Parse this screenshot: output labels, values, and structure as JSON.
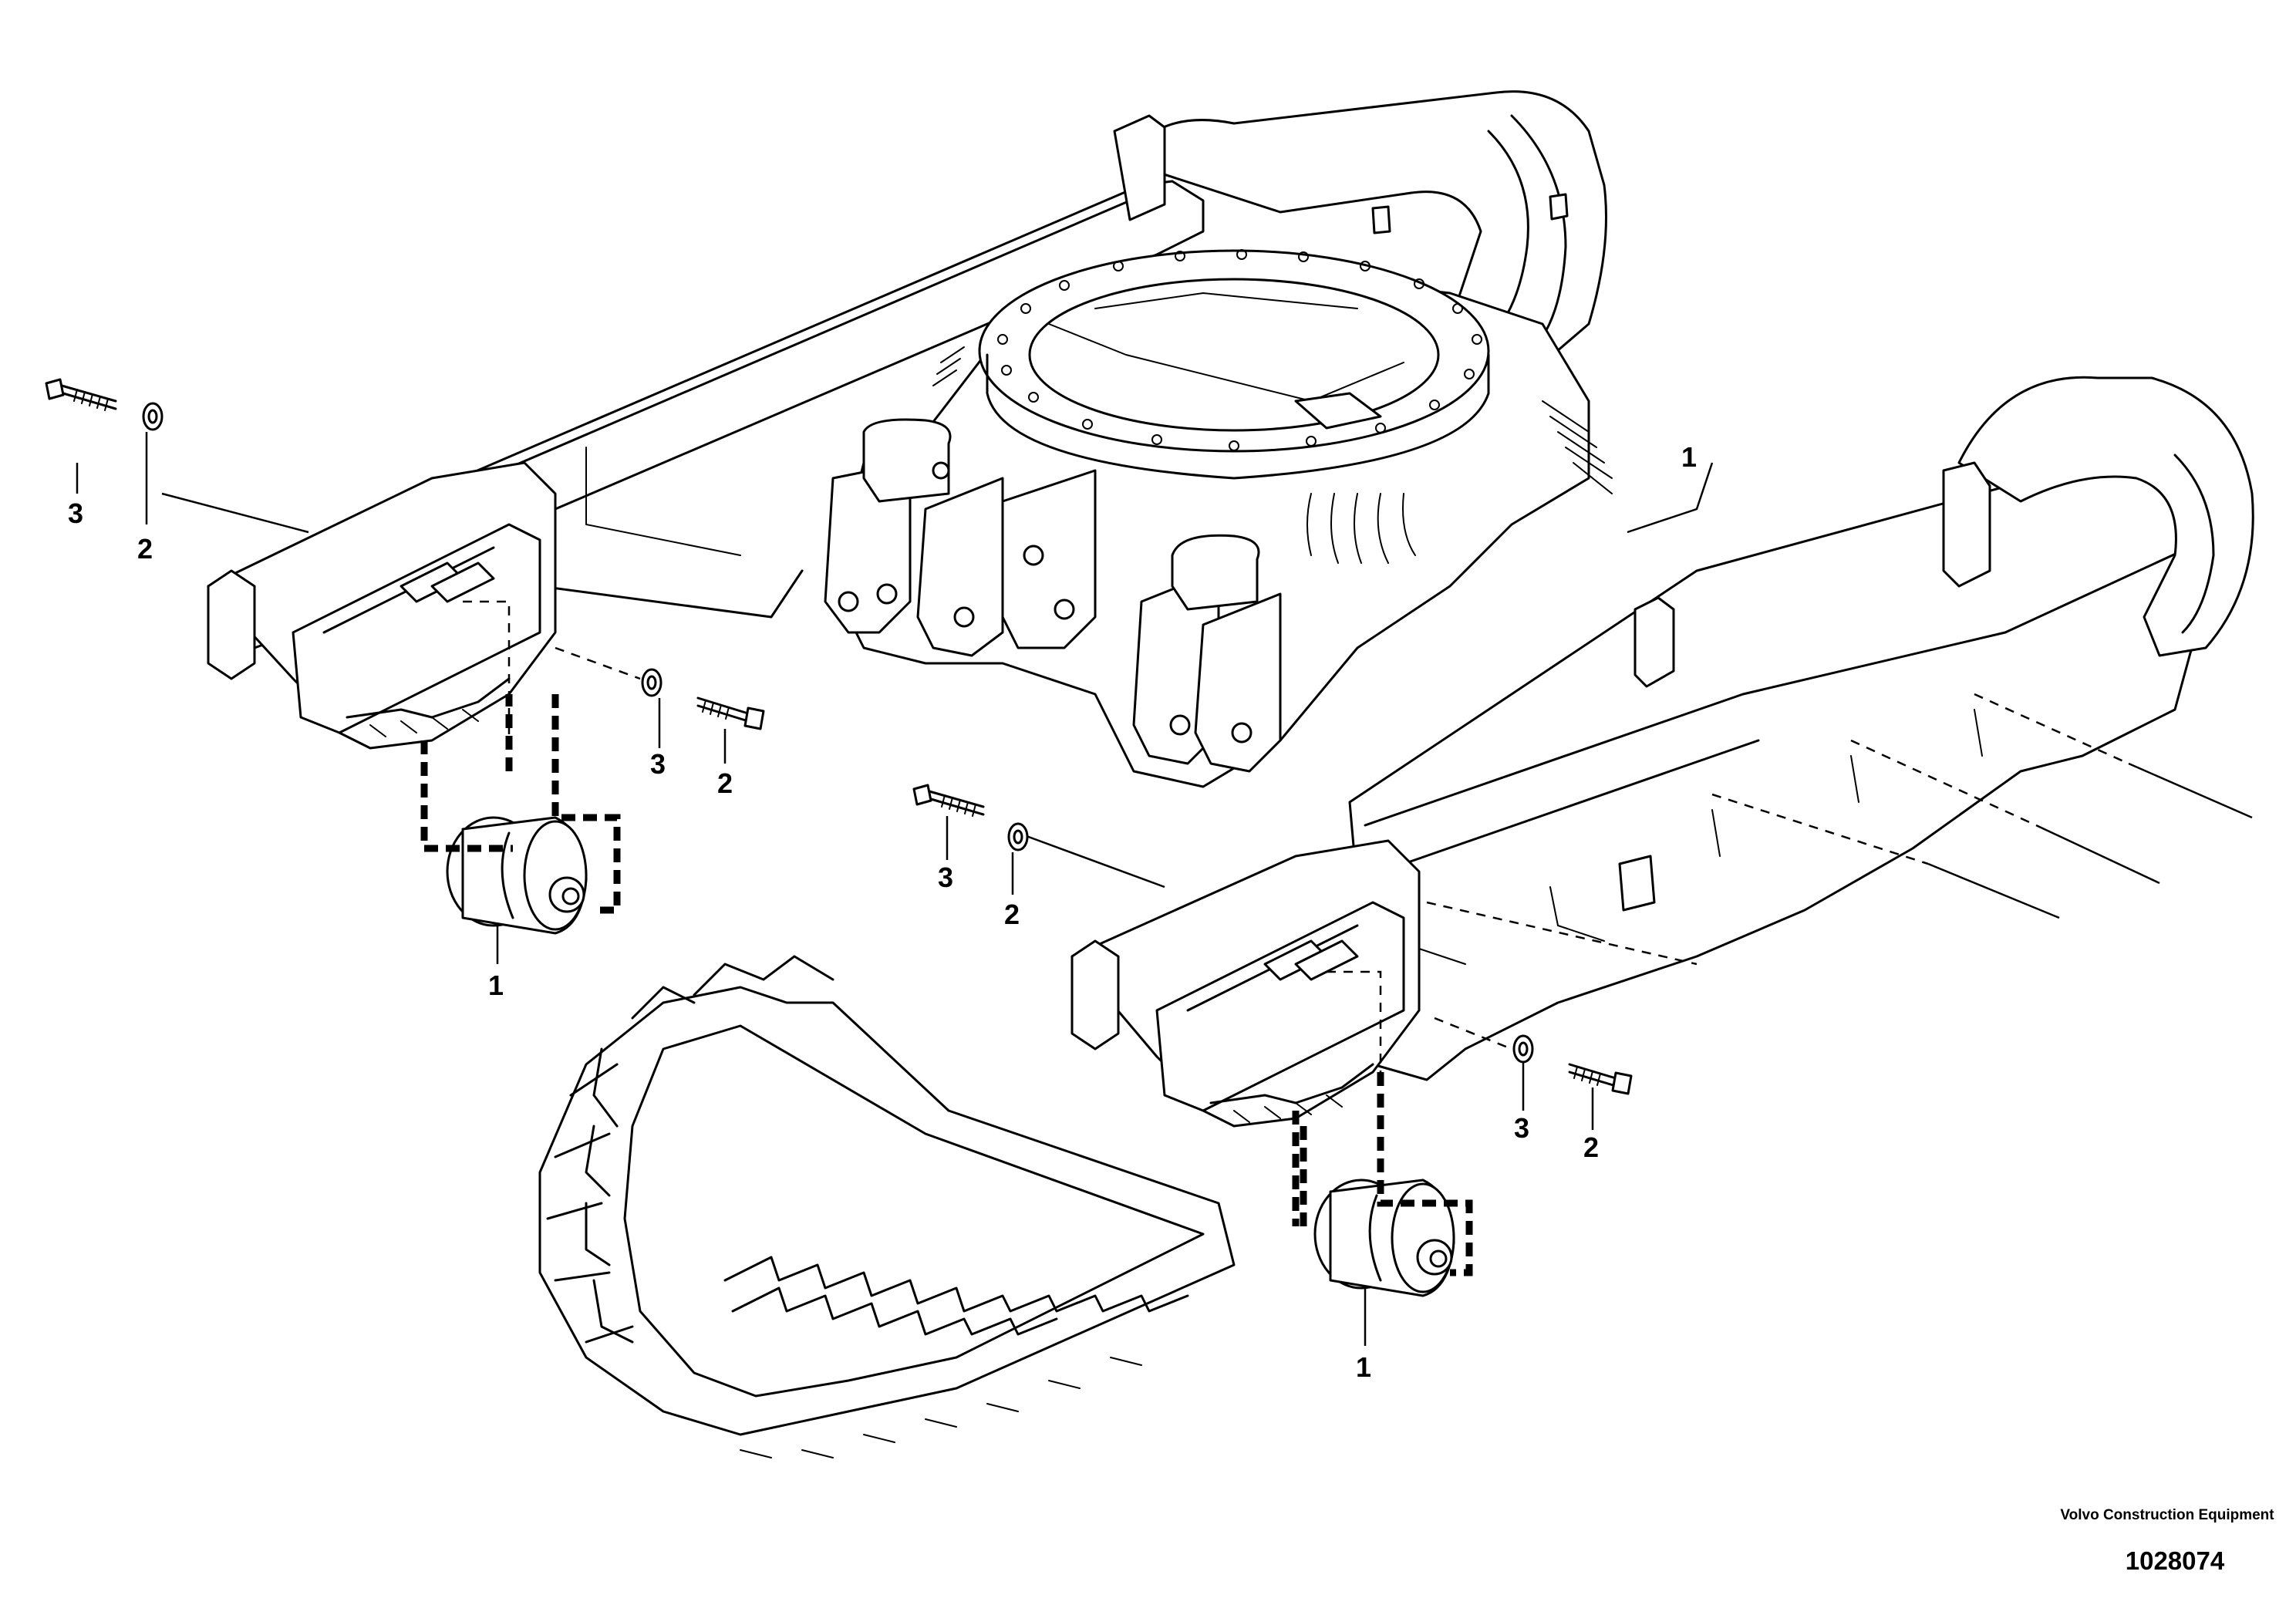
{
  "diagram": {
    "company": "Volvo Construction Equipment",
    "drawing_number": "1028074",
    "callouts": {
      "roller_left": "1",
      "roller_right": "1",
      "frame_ref": "1",
      "bolt_upper_left": "3",
      "washer_upper_left": "2",
      "washer_lower_left": "3",
      "bolt_lower_left": "2",
      "bolt_upper_right": "3",
      "washer_upper_right": "2",
      "washer_lower_right": "3",
      "bolt_lower_right": "2"
    }
  }
}
